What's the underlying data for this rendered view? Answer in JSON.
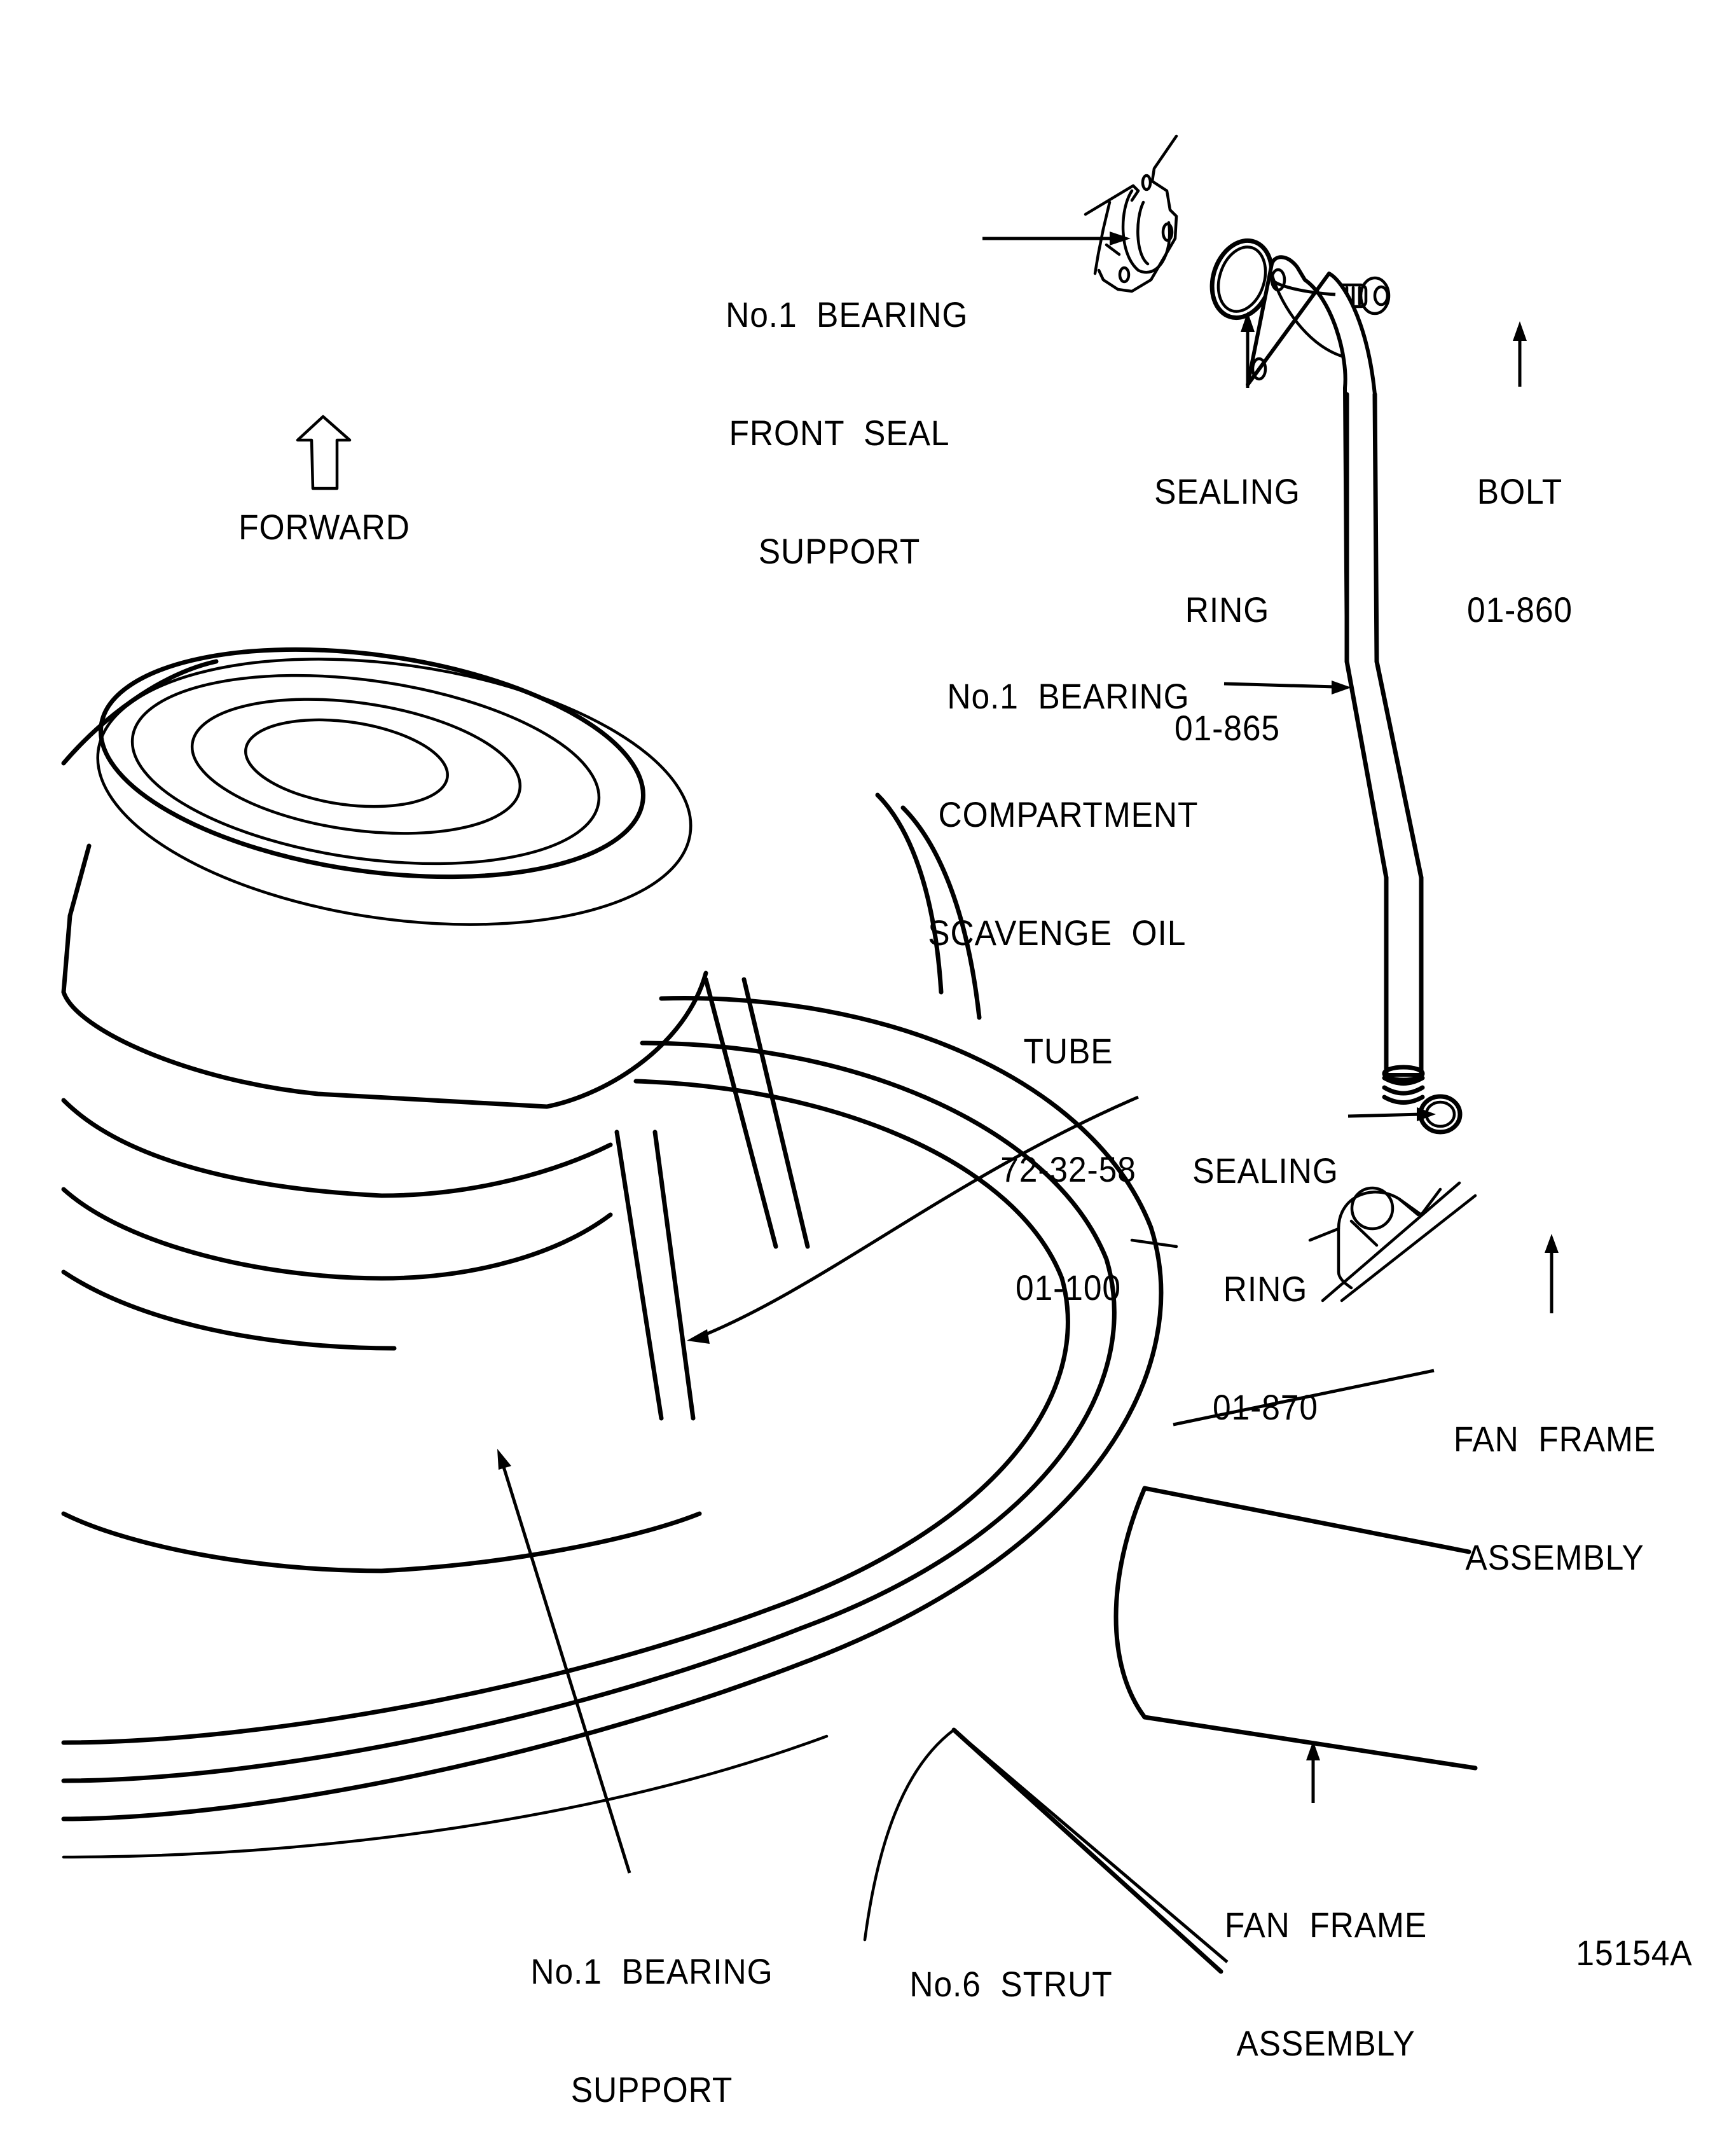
{
  "figure_id": "15154A",
  "orientation": {
    "icon": "forward-arrow-icon",
    "label": "FORWARD"
  },
  "callouts": {
    "front_seal_support": [
      "No.1  BEARING",
      "FRONT  SEAL",
      "SUPPORT"
    ],
    "sealing_ring_upper": [
      "SEALING",
      "RING",
      "01-865"
    ],
    "bolt": [
      "BOLT",
      "01-860"
    ],
    "scavenge_oil_tube": [
      "No.1  BEARING",
      "COMPARTMENT",
      "SCAVENGE  OIL",
      "TUBE",
      "72-32-58",
      "01-100"
    ],
    "sealing_ring_lower": [
      "SEALING",
      "RING",
      "01-870"
    ],
    "fan_frame_assembly_upper": [
      "FAN  FRAME",
      "ASSEMBLY"
    ],
    "fan_frame_assembly_lower": [
      "FAN  FRAME",
      "ASSEMBLY"
    ],
    "bearing_support": [
      "No.1  BEARING",
      "SUPPORT"
    ],
    "strut": [
      "No.6  STRUT"
    ]
  }
}
